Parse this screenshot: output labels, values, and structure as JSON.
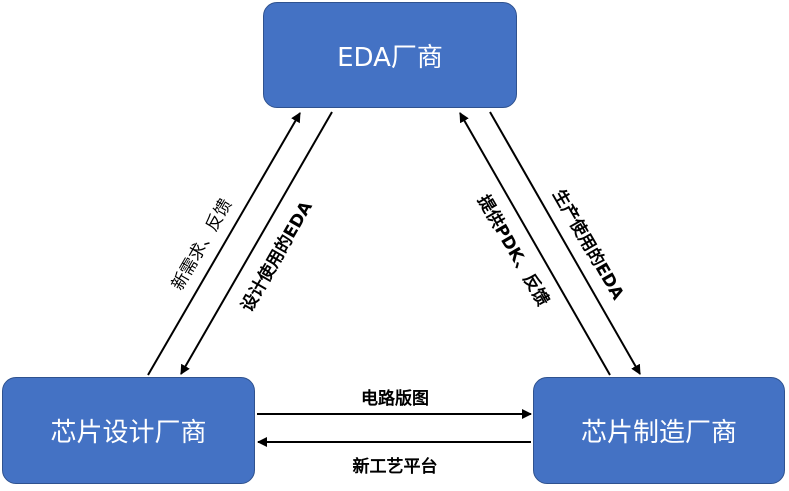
{
  "nodes": {
    "eda": "EDA厂商",
    "design": "芯片设计厂商",
    "fab": "芯片制造厂商"
  },
  "edges": {
    "design_to_eda": "新需求、反馈",
    "eda_to_design": "设计使用的EDA",
    "fab_to_eda": "提供PDK、反馈",
    "eda_to_fab": "生产使用的EDA",
    "design_to_fab": "电路版图",
    "fab_to_design": "新工艺平台"
  },
  "colors": {
    "box": "#4472C4",
    "border": "#2F528F"
  }
}
